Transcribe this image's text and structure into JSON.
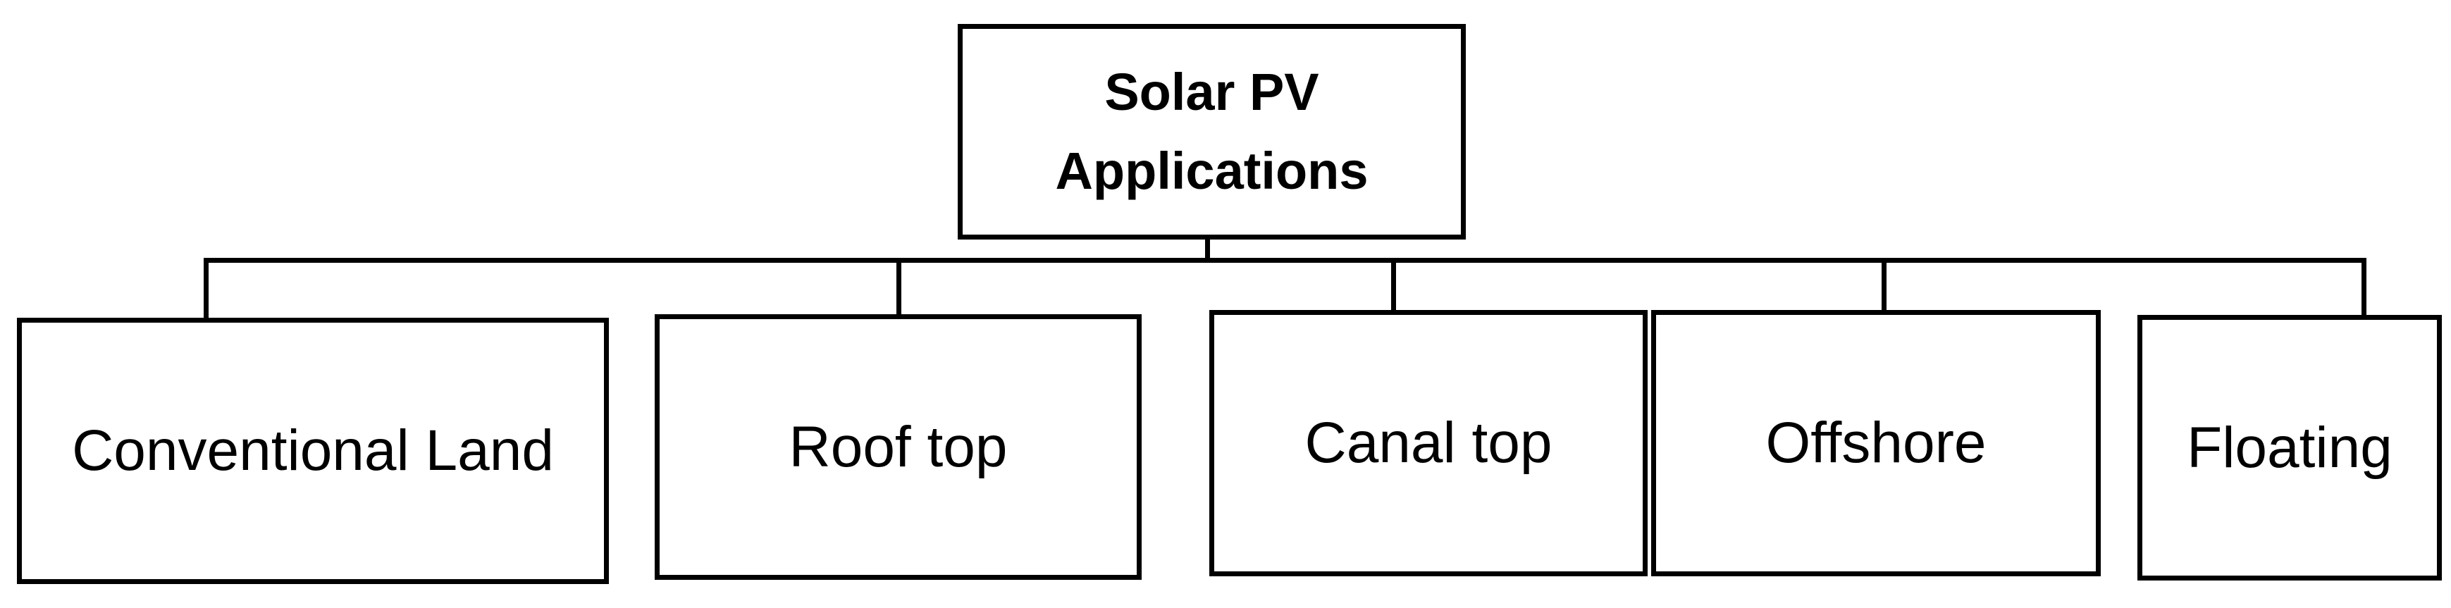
{
  "root": {
    "line1": "Solar PV",
    "line2": "Applications"
  },
  "children": [
    {
      "label": "Conventional Land"
    },
    {
      "label": "Roof top"
    },
    {
      "label": "Canal top"
    },
    {
      "label": "Offshore"
    },
    {
      "label": "Floating"
    }
  ]
}
